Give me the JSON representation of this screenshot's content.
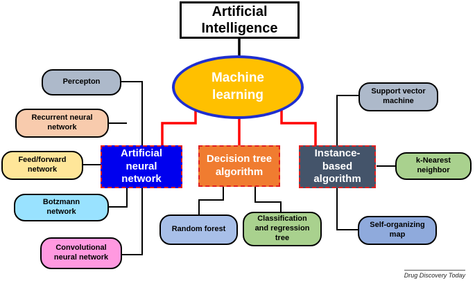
{
  "top_node": {
    "label": "Artificial\nIntelligence"
  },
  "machine_learning": {
    "label": "Machine\nlearning",
    "fill": "#ffc000",
    "border": "#1f2fd0"
  },
  "categories": [
    {
      "id": "ann",
      "label": "Artificial\nneural\nnetwork",
      "fill": "#0000ee"
    },
    {
      "id": "dt",
      "label": "Decision tree\nalgorithm",
      "fill": "#f07c30"
    },
    {
      "id": "ib",
      "label": "Instance-\nbased\nalgorithm",
      "fill": "#44546a"
    }
  ],
  "ann_children": [
    {
      "label": "Percepton",
      "fill": "#adb9ca"
    },
    {
      "label": "Recurrent neural\nnetwork",
      "fill": "#f8cbad"
    },
    {
      "label": "Feed/forward\nnetwork",
      "fill": "#ffe699"
    },
    {
      "label": "Botzmann\nnetwork",
      "fill": "#99e2ff"
    },
    {
      "label": "Convolutional\nneural network",
      "fill": "#ff99e0"
    }
  ],
  "dt_children": [
    {
      "label": "Random forest",
      "fill": "#a8bfe8"
    },
    {
      "label": "Classification\nand regression\ntree",
      "fill": "#a9d18e"
    }
  ],
  "ib_children": [
    {
      "label": "Support vector\nmachine",
      "fill": "#adb9ca"
    },
    {
      "label": "k-Nearest\nneighbor",
      "fill": "#a9d18e"
    },
    {
      "label": "Self-organizing\nmap",
      "fill": "#8faadc"
    }
  ],
  "credit": "Drug Discovery Today",
  "colors": {
    "connector_red": "#ff0000",
    "connector_black": "#000000"
  }
}
